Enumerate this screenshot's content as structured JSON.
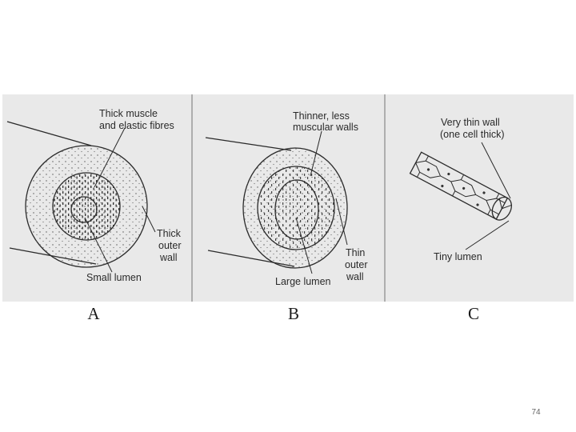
{
  "panels": [
    {
      "caption": "A",
      "labels": {
        "top_line1": "Thick muscle",
        "top_line2": "and elastic fibres",
        "right_line1": "Thick",
        "right_line2": "outer",
        "right_line3": "wall",
        "bottom": "Small lumen"
      }
    },
    {
      "caption": "B",
      "labels": {
        "top_line1": "Thinner, less",
        "top_line2": "muscular walls",
        "right_line1": "Thin",
        "right_line2": "outer",
        "right_line3": "wall",
        "bottom": "Large lumen"
      }
    },
    {
      "caption": "C",
      "labels": {
        "top_line1": "Very thin wall",
        "top_line2": "(one cell thick)",
        "bottom": "Tiny lumen"
      }
    }
  ],
  "page_number": "74",
  "colors": {
    "panel_bg": "#e9e9e9",
    "ink": "#2a2a2a",
    "divider": "#9a9a9a"
  }
}
